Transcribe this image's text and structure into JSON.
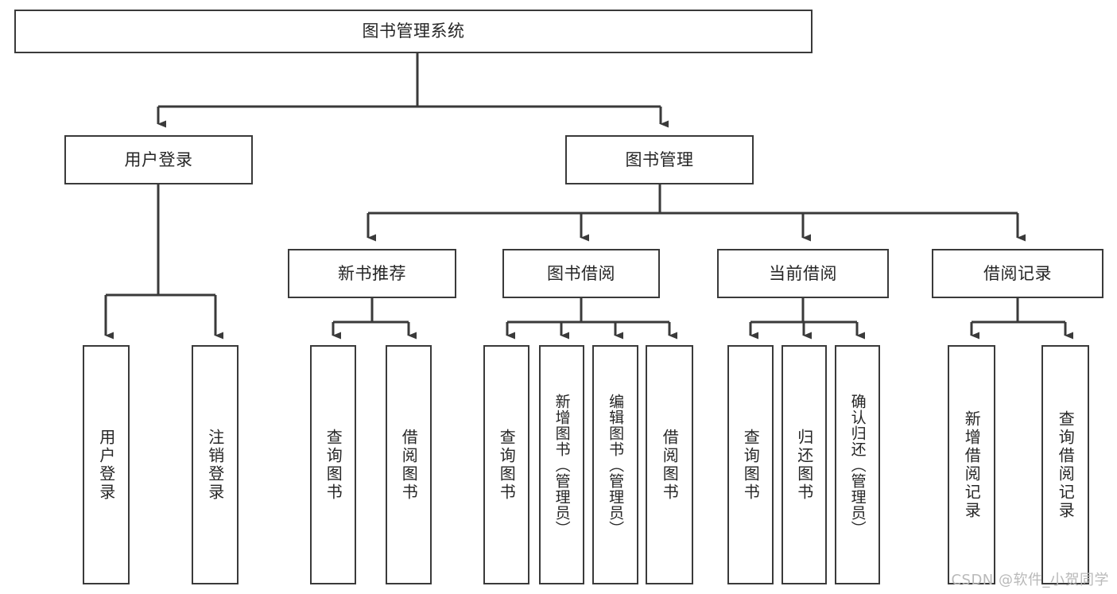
{
  "diagram": {
    "title": "图书管理系统",
    "type": "tree-hierarchy",
    "root": {
      "id": "root",
      "label": "图书管理系统"
    },
    "level2": [
      {
        "id": "user-login",
        "label": "用户登录"
      },
      {
        "id": "book-manage",
        "label": "图书管理"
      }
    ],
    "level3": [
      {
        "id": "new-book-rec",
        "label": "新书推荐",
        "parent": "book-manage"
      },
      {
        "id": "book-borrow",
        "label": "图书借阅",
        "parent": "book-manage"
      },
      {
        "id": "current-borrow",
        "label": "当前借阅",
        "parent": "book-manage"
      },
      {
        "id": "borrow-record",
        "label": "借阅记录",
        "parent": "book-manage"
      }
    ],
    "leaves": [
      {
        "id": "leaf-user-login",
        "label": "用户登录",
        "parent": "user-login"
      },
      {
        "id": "leaf-logout",
        "label": "注销登录",
        "parent": "user-login"
      },
      {
        "id": "leaf-query-book-rec",
        "label": "查询图书",
        "parent": "new-book-rec"
      },
      {
        "id": "leaf-borrow-book-rec",
        "label": "借阅图书",
        "parent": "new-book-rec"
      },
      {
        "id": "leaf-query-book-borrow",
        "label": "查询图书",
        "parent": "book-borrow"
      },
      {
        "id": "leaf-add-book",
        "label": "新增图书（管理员）",
        "parent": "book-borrow"
      },
      {
        "id": "leaf-edit-book",
        "label": "编辑图书（管理员）",
        "parent": "book-borrow"
      },
      {
        "id": "leaf-borrow-book",
        "label": "借阅图书",
        "parent": "book-borrow"
      },
      {
        "id": "leaf-query-book-cur",
        "label": "查询图书",
        "parent": "current-borrow"
      },
      {
        "id": "leaf-return-book",
        "label": "归还图书",
        "parent": "current-borrow"
      },
      {
        "id": "leaf-confirm-return",
        "label": "确认归还（管理员）",
        "parent": "current-borrow"
      },
      {
        "id": "leaf-add-record",
        "label": "新增借阅记录",
        "parent": "borrow-record"
      },
      {
        "id": "leaf-query-record",
        "label": "查询借阅记录",
        "parent": "borrow-record"
      }
    ],
    "watermark": "CSDN @软件_小贺同学",
    "colors": {
      "border": "#3a3a3a",
      "background": "#ffffff",
      "text": "#262626",
      "watermark": "#b9b9b9"
    }
  }
}
